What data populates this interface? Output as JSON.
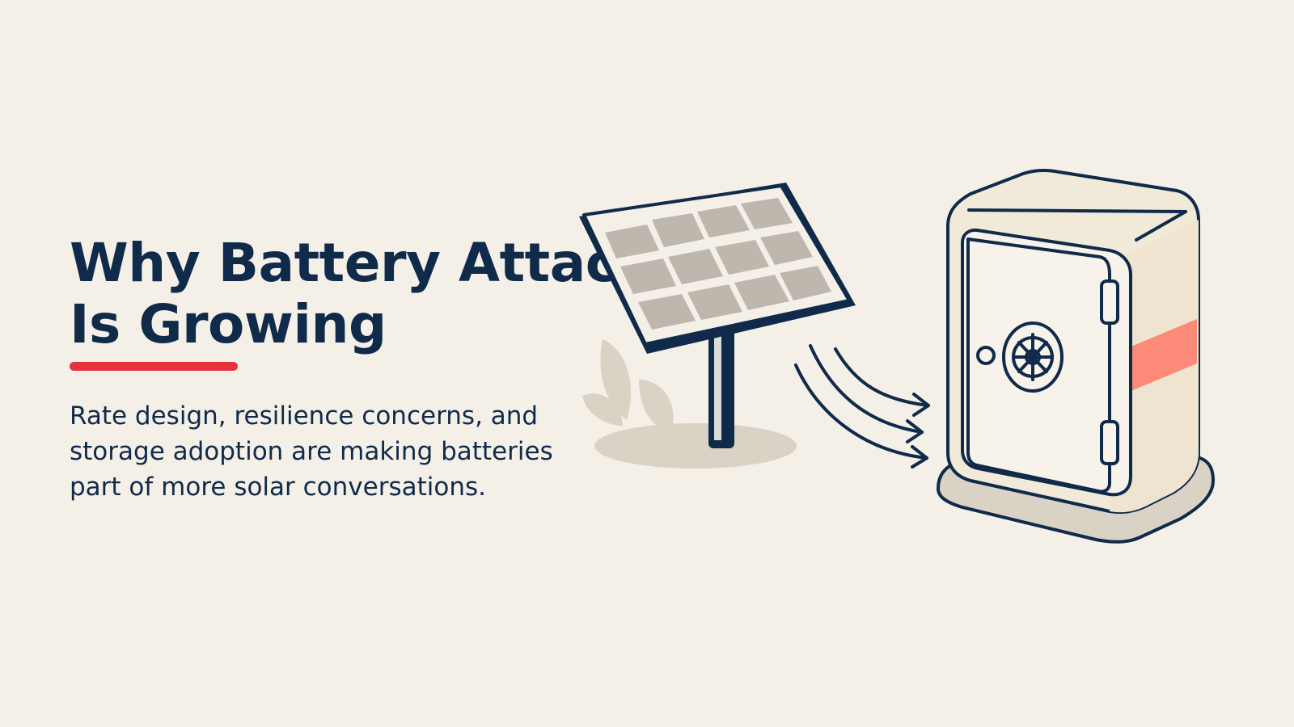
{
  "slide": {
    "title_line_1": "Why Battery Attach",
    "title_line_2": "Is Growing",
    "subtitle_line_1": "Rate design, resilience concerns, and",
    "subtitle_line_2": "storage adoption are making batteries",
    "subtitle_line_3": "part of more solar conversations."
  },
  "colors": {
    "background": "#f4f0e8",
    "navy": "#102a4a",
    "accent_red": "#e5323c",
    "band_coral": "#fb8a78",
    "panel_cell": "#bdb7ae",
    "shadow": "#d9d2c5"
  },
  "icons": [
    "solar-panel-icon",
    "energy-flow-arrows-icon",
    "battery-safe-icon",
    "plant-silhouette-icon"
  ]
}
